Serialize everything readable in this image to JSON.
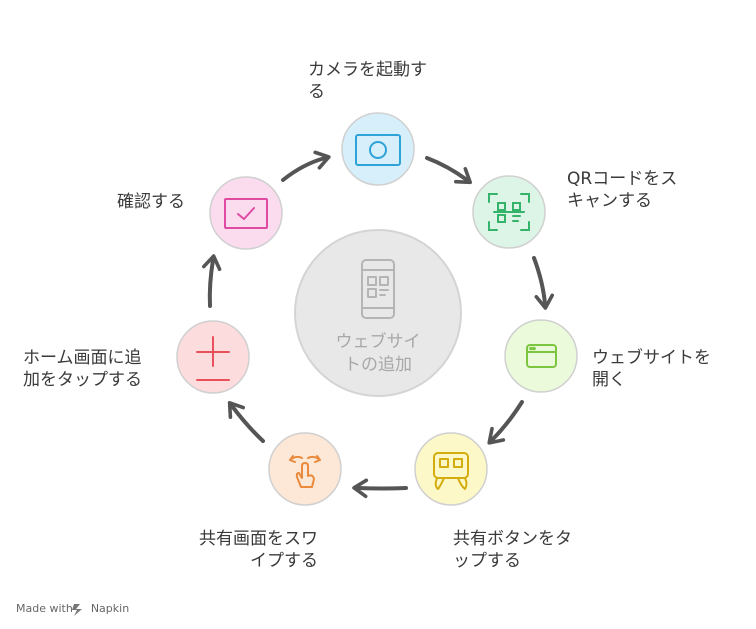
{
  "center": {
    "line1": "ウェブサイ",
    "line2": "トの追加"
  },
  "steps": [
    {
      "line1": "カメラを起動す",
      "line2": "る",
      "icon": "camera-icon",
      "fill": "#d6effa",
      "stroke": "#2ea3d8"
    },
    {
      "line1": "QRコードをス",
      "line2": "キャンする",
      "icon": "qr-scan-icon",
      "fill": "#ddf5e6",
      "stroke": "#35b36a"
    },
    {
      "line1": "ウェブサイトを",
      "line2": "開く",
      "icon": "browser-window-icon",
      "fill": "#eafadb",
      "stroke": "#7cc63f"
    },
    {
      "line1": "共有ボタンをタ",
      "line2": "ップする",
      "icon": "share-button-icon",
      "fill": "#fdf8c8",
      "stroke": "#d3ad0e"
    },
    {
      "line1": "共有画面をスワ",
      "line2": "イプする",
      "icon": "swipe-hand-icon",
      "fill": "#fde7d6",
      "stroke": "#e98a3c"
    },
    {
      "line1": "ホーム画面に追",
      "line2": "加をタップする",
      "icon": "add-plus-icon",
      "fill": "#fcdcdc",
      "stroke": "#e8505b"
    },
    {
      "line1": "確認する",
      "line2": "",
      "icon": "confirm-check-icon",
      "fill": "#fbdcef",
      "stroke": "#e04ba2"
    }
  ],
  "footer": {
    "made_with": "Made with",
    "brand": "Napkin"
  },
  "colors": {
    "arrow": "#555555",
    "center_fill": "#e8e8e8",
    "center_stroke": "#d4d4d4"
  }
}
